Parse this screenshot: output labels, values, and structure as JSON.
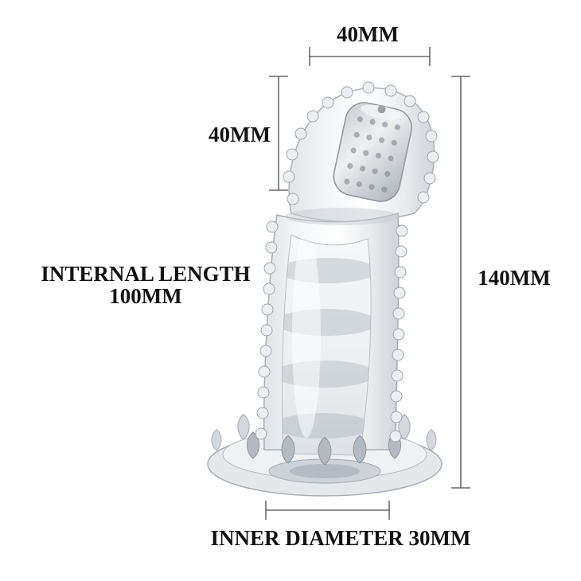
{
  "diagram": {
    "dim_top_width": "40MM",
    "dim_tip_height": "40MM",
    "internal_length_label": "INTERNAL LENGTH",
    "internal_length_value": "100MM",
    "dim_total_height": "140MM",
    "dim_inner_diameter": "INNER DIAMETER 30MM"
  },
  "colors": {
    "background": "#ffffff",
    "text": "#121212",
    "dimension_line": "#4a4a4a",
    "product_outline": "#a0a8af",
    "product_fill_light": "#f4f6f8",
    "product_fill_shadow": "#ced3d8"
  }
}
